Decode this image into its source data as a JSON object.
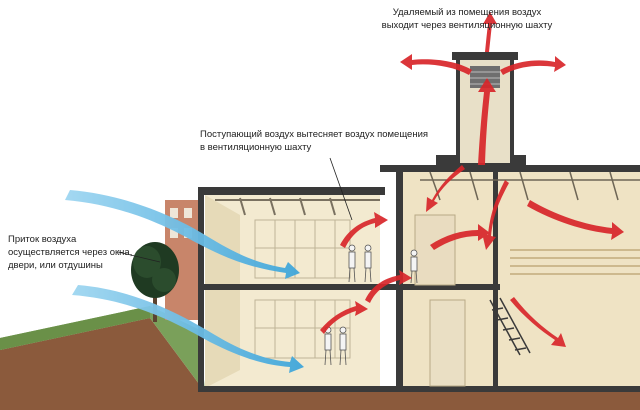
{
  "labels": {
    "exhaust": [
      "Удаляемый из помещения воздух",
      "выходит через вентиляционную шахту"
    ],
    "displace": [
      "Поступающий воздух вытесняет воздух помещения",
      "в вентиляционную шахту"
    ],
    "intake": [
      "Приток воздуха",
      "осуществляется через окна,",
      "двери, или отдушины"
    ]
  },
  "colors": {
    "supply_air": "#4fb3e3",
    "exhaust_air": "#d8262a",
    "ground": "#8b5a3c",
    "grass": "#7aa05a",
    "wall": "#f3ead0",
    "structure": "#3a3a3a"
  }
}
